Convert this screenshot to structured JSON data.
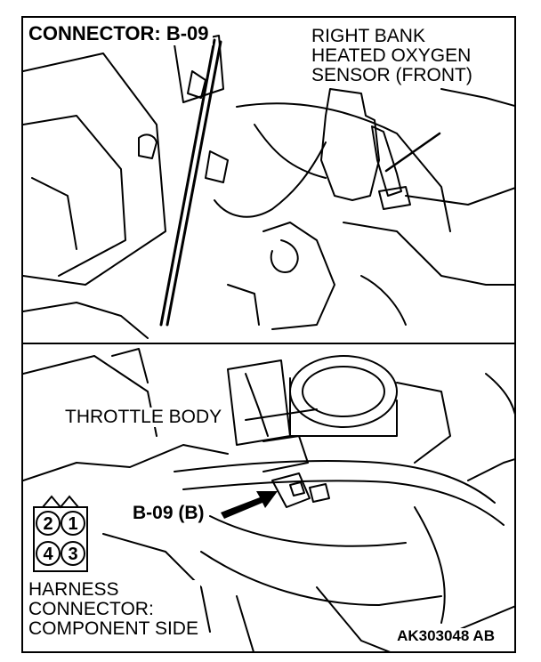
{
  "title": "CONNECTOR: B-09",
  "sensor_label": [
    "RIGHT BANK",
    "HEATED OXYGEN",
    "SENSOR (FRONT)"
  ],
  "throttle_label": "THROTTLE BODY",
  "connector_label": "B-09 (B)",
  "harness_label": [
    "HARNESS",
    "CONNECTOR:",
    "COMPONENT SIDE"
  ],
  "pins": {
    "top_left": "2",
    "top_right": "1",
    "bottom_left": "4",
    "bottom_right": "3"
  },
  "ref_code": "AK303048 AB",
  "colors": {
    "ink": "#000000",
    "paper": "#ffffff"
  }
}
